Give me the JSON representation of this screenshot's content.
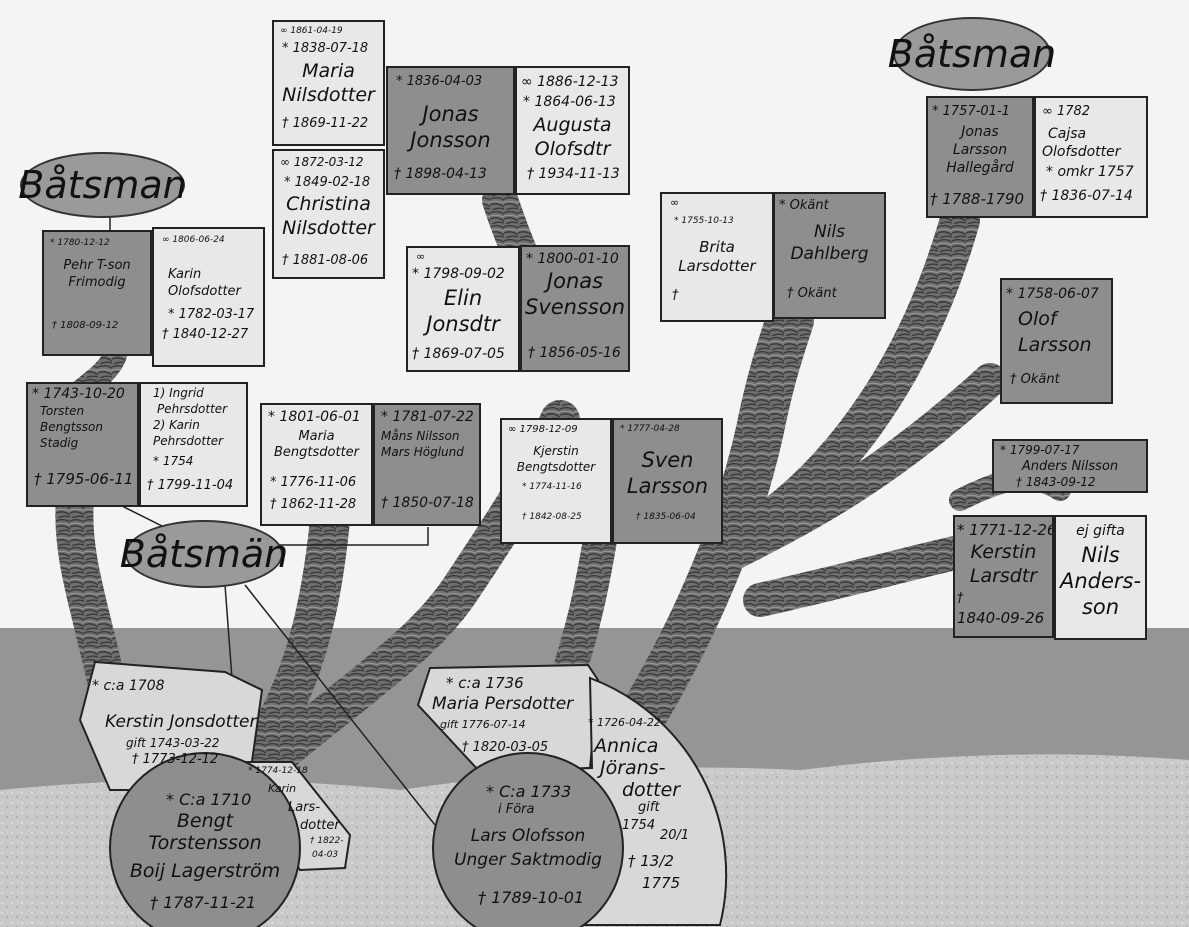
{
  "ovals": {
    "batsman_left": "Båtsman",
    "batsman_right": "Båtsman",
    "batsman_plural": "Båtsmän"
  },
  "cards": {
    "pehr": {
      "birth": "* 1780-12-12",
      "name1": "Pehr T-son",
      "name2": "Frimodig",
      "death": "† 1808-09-12"
    },
    "karin_o": {
      "marriage": "∞ 1806-06-24",
      "name1": "Karin",
      "name2": "Olofsdotter",
      "birth": "* 1782-03-17",
      "death": "† 1840-12-27"
    },
    "maria_n": {
      "marriage": "∞ 1861-04-19",
      "birth": "* 1838-07-18",
      "name1": "Maria",
      "name2": "Nilsdotter",
      "death": "† 1869-11-22"
    },
    "christina": {
      "marriage": "∞ 1872-03-12",
      "birth": "* 1849-02-18",
      "name1": "Christina",
      "name2": "Nilsdotter",
      "death": "† 1881-08-06"
    },
    "jonas_j": {
      "birth": "* 1836-04-03",
      "name1": "Jonas",
      "name2": "Jonsson",
      "death": "† 1898-04-13"
    },
    "augusta": {
      "marriage": "∞ 1886-12-13",
      "birth": "* 1864-06-13",
      "name1": "Augusta",
      "name2": "Olofsdtr",
      "death": "† 1934-11-13"
    },
    "elin": {
      "marriage": "∞",
      "birth": "* 1798-09-02",
      "name1": "Elin",
      "name2": "Jonsdtr",
      "death": "† 1869-07-05"
    },
    "jonas_s": {
      "birth": "* 1800-01-10",
      "name1": "Jonas",
      "name2": "Svensson",
      "death": "† 1856-05-16"
    },
    "brita": {
      "marriage": "∞",
      "birth": "* 1755-10-13",
      "name1": "Brita",
      "name2": "Larsdotter",
      "death": "†"
    },
    "nils_d": {
      "birth": "* Okänt",
      "name1": "Nils",
      "name2": "Dahlberg",
      "death": "† Okänt"
    },
    "jonas_l": {
      "birth": "* 1757-01-1",
      "name1": "Jonas",
      "name2": "Larsson",
      "name3": "Hallegård",
      "death": "† 1788-1790"
    },
    "cajsa": {
      "marriage": "∞ 1782",
      "name1": "Cajsa",
      "name2": "Olofsdotter",
      "birth": "* omkr 1757",
      "death": "† 1836-07-14"
    },
    "olof": {
      "birth": "* 1758-06-07",
      "name1": "Olof",
      "name2": "Larsson",
      "death": "† Okänt"
    },
    "torsten": {
      "birth": "* 1743-10-20",
      "name1": "Torsten",
      "name2": "Bengtsson",
      "name3": "Stadig",
      "death": "† 1795-06-11"
    },
    "ingrid": {
      "line1": "1) Ingrid",
      "line2": "Pehrsdotter",
      "line3": "2) Karin",
      "line4": "Pehrsdotter",
      "birth": "* 1754",
      "death": "† 1799-11-04"
    },
    "maria_b": {
      "birth": "* 1801-06-01",
      "name1": "Maria",
      "name2": "Bengtsdotter",
      "death1": "* 1776-11-06",
      "death2": "† 1862-11-28"
    },
    "mans": {
      "birth": "* 1781-07-22",
      "name1": "Måns Nilsson",
      "name2": "Mars Höglund",
      "death": "† 1850-07-18"
    },
    "kjerstin": {
      "marriage": "∞ 1798-12-09",
      "name1": "Kjerstin",
      "name2": "Bengtsdotter",
      "birth": "* 1774-11-16",
      "death": "† 1842-08-25"
    },
    "sven": {
      "birth": "* 1777-04-28",
      "name1": "Sven",
      "name2": "Larsson",
      "death": "† 1835-06-04"
    },
    "anders": {
      "birth": "* 1799-07-17",
      "name": "Anders Nilsson",
      "death": "† 1843-09-12"
    },
    "kerstin_l": {
      "birth": "* 1771-12-26",
      "name1": "Kerstin",
      "name2": "Larsdtr",
      "death1": "†",
      "death2": "1840-09-26"
    },
    "nils_a": {
      "note": "ej gifta",
      "name1": "Nils",
      "name2": "Anders-",
      "name3": "son"
    }
  },
  "roots": {
    "kerstin_j": {
      "birth": "* c:a 1708",
      "name": "Kerstin Jonsdotter",
      "married": "gift 1743-03-22",
      "death": "† 1773-12-12"
    },
    "karin_l": {
      "birth": "* 1774-12-18",
      "name1": "Karin",
      "name2": "Lars-",
      "name3": "dotter",
      "death1": "† 1822-",
      "death2": "04-03"
    },
    "bengt": {
      "birth": "* C:a 1710",
      "name1": "Bengt",
      "name2": "Torstensson",
      "name3": "Boij Lagerström",
      "death": "† 1787-11-21"
    },
    "maria_p": {
      "birth": "* c:a 1736",
      "name": "Maria Persdotter",
      "married": "gift 1776-07-14",
      "death": "† 1820-03-05"
    },
    "annica": {
      "birth": "* 1726-04-22",
      "name1": "Annica",
      "name2": "Jörans-",
      "name3": "dotter",
      "married1": "gift",
      "married2": "1754",
      "married3": "20/1",
      "death1": "† 13/2",
      "death2": "1775"
    },
    "lars": {
      "birth": "* C:a 1733",
      "place": "i Föra",
      "name1": "Lars Olofsson",
      "name2": "Unger Saktmodig",
      "death": "† 1789-10-01"
    }
  }
}
